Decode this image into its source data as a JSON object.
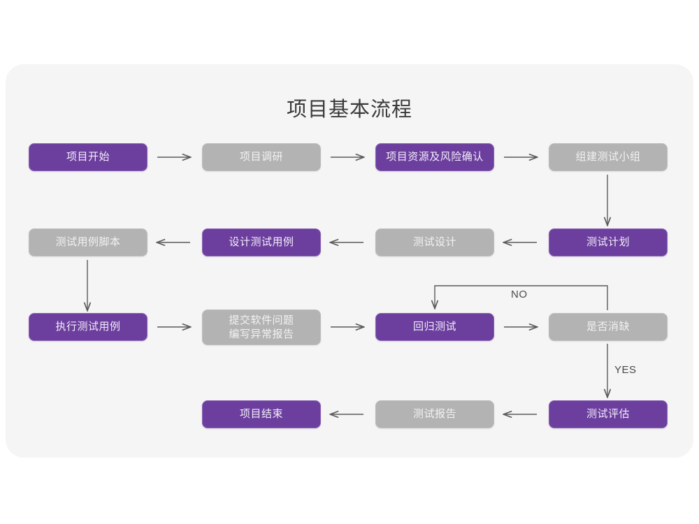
{
  "page": {
    "background_color": "#ffffff",
    "card_color": "#f5f5f5",
    "title": "项目基本流程"
  },
  "theme": {
    "accent_purple": "#6c3f9e",
    "accent_purple_border": "#8a62b5",
    "muted_gray": "#b3b3b3",
    "muted_gray_border": "#bdbdbd",
    "node_text_light": "#f3eefa",
    "arrow_color": "#5a5a5a",
    "title_color": "#3a3a3a"
  },
  "flow": {
    "nodes": [
      {
        "id": "n1",
        "label": "项目开始",
        "style": "purple",
        "row": 1,
        "col": 1
      },
      {
        "id": "n2",
        "label": "项目调研",
        "style": "gray",
        "row": 1,
        "col": 2
      },
      {
        "id": "n3",
        "label": "项目资源及风险确认",
        "style": "purple",
        "row": 1,
        "col": 3
      },
      {
        "id": "n4",
        "label": "组建测试小组",
        "style": "gray",
        "row": 1,
        "col": 4
      },
      {
        "id": "n5",
        "label": "测试用例脚本",
        "style": "gray",
        "row": 2,
        "col": 1
      },
      {
        "id": "n6",
        "label": "设计测试用例",
        "style": "purple",
        "row": 2,
        "col": 2
      },
      {
        "id": "n7",
        "label": "测试设计",
        "style": "gray",
        "row": 2,
        "col": 3
      },
      {
        "id": "n8",
        "label": "测试计划",
        "style": "purple",
        "row": 2,
        "col": 4
      },
      {
        "id": "n9",
        "label": "执行测试用例",
        "style": "purple",
        "row": 3,
        "col": 1
      },
      {
        "id": "n10",
        "label": "提交软件问题\n编写异常报告",
        "style": "gray",
        "row": 3,
        "col": 2
      },
      {
        "id": "n11",
        "label": "回归测试",
        "style": "purple",
        "row": 3,
        "col": 3
      },
      {
        "id": "n12",
        "label": "是否消缺",
        "style": "gray",
        "row": 3,
        "col": 4
      },
      {
        "id": "n13",
        "label": "项目结束",
        "style": "purple",
        "row": 4,
        "col": 2
      },
      {
        "id": "n14",
        "label": "测试报告",
        "style": "gray",
        "row": 4,
        "col": 3
      },
      {
        "id": "n15",
        "label": "测试评估",
        "style": "purple",
        "row": 4,
        "col": 4
      }
    ],
    "edges": [
      {
        "from": "n1",
        "to": "n2",
        "direction": "right",
        "label": ""
      },
      {
        "from": "n2",
        "to": "n3",
        "direction": "right",
        "label": ""
      },
      {
        "from": "n3",
        "to": "n4",
        "direction": "right",
        "label": ""
      },
      {
        "from": "n4",
        "to": "n8",
        "direction": "down",
        "label": ""
      },
      {
        "from": "n8",
        "to": "n7",
        "direction": "left",
        "label": ""
      },
      {
        "from": "n7",
        "to": "n6",
        "direction": "left",
        "label": ""
      },
      {
        "from": "n6",
        "to": "n5",
        "direction": "left",
        "label": ""
      },
      {
        "from": "n5",
        "to": "n9",
        "direction": "down",
        "label": ""
      },
      {
        "from": "n9",
        "to": "n10",
        "direction": "right",
        "label": ""
      },
      {
        "from": "n10",
        "to": "n11",
        "direction": "right",
        "label": ""
      },
      {
        "from": "n11",
        "to": "n12",
        "direction": "right",
        "label": ""
      },
      {
        "from": "n12",
        "to": "n11",
        "direction": "loop-up-left",
        "label": "NO"
      },
      {
        "from": "n12",
        "to": "n15",
        "direction": "down",
        "label": "YES"
      },
      {
        "from": "n15",
        "to": "n14",
        "direction": "left",
        "label": ""
      },
      {
        "from": "n14",
        "to": "n13",
        "direction": "left",
        "label": ""
      }
    ],
    "edge_labels": {
      "no": "NO",
      "yes": "YES"
    }
  }
}
